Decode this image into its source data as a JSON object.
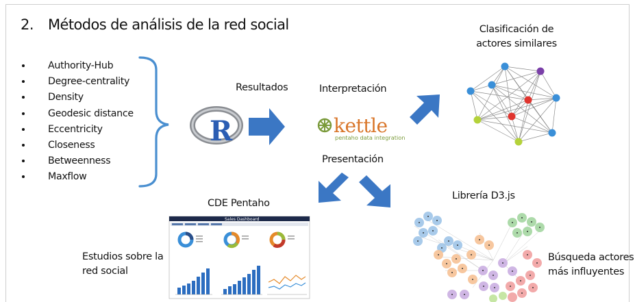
{
  "slide": {
    "number": "2.",
    "title": "Métodos de análisis de la red social",
    "bullets": [
      "Authority-Hub",
      "Degree-centrality",
      "Density",
      "Geodesic distance",
      "Eccentricity",
      "Closeness",
      "Betweenness",
      "Maxflow"
    ],
    "labels": {
      "resultados": "Resultados",
      "interpretacion": "Interpretación",
      "presentacion": "Presentación",
      "clasificacion_line1": "Clasificación de",
      "clasificacion_line2": "actores similares",
      "cde_pentaho": "CDE Pentaho",
      "libreria_d3": "Librería D3.js",
      "estudios_line1": "Estudios sobre la",
      "estudios_line2": "red social",
      "busqueda_line1": "Búsqueda actores",
      "busqueda_line2": "más influyentes"
    },
    "logos": {
      "r_letter": "R",
      "kettle_word": "kettle",
      "kettle_sub": "pentaho data integration",
      "dashboard_title": "Sales Dashboard"
    },
    "colors": {
      "brace": "#4a8fd0",
      "arrow": "#3b77c4",
      "kettle_green": "#7a9a3a",
      "kettle_orange": "#d9762a",
      "node_blue": "#3a8fd8",
      "node_red": "#e0342e",
      "node_green": "#b4d23a",
      "node_purple": "#7a3fa8"
    },
    "icons": [
      "r-logo-icon",
      "kettle-logo-icon",
      "network-graph-icon",
      "dashboard-thumbnail-icon",
      "d3-cluster-graph-icon"
    ]
  }
}
